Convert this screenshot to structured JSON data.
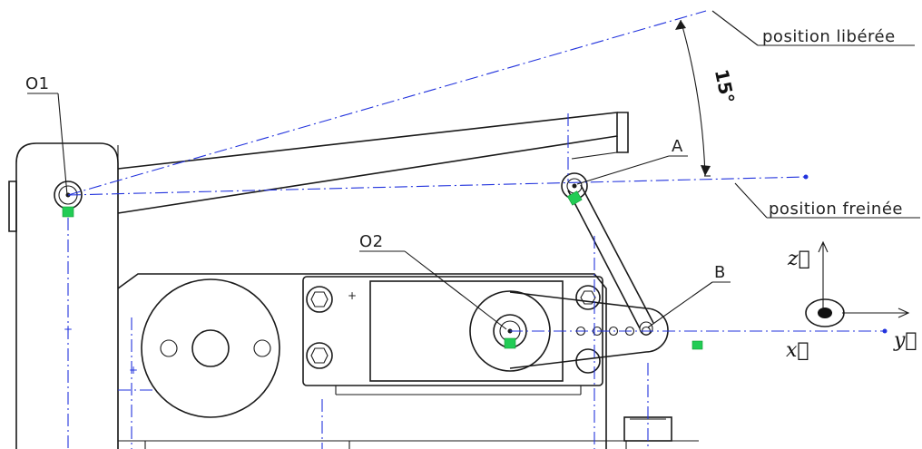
{
  "labels": {
    "o1": "O1",
    "o2": "O2",
    "a": "A",
    "b": "B",
    "position_liberee": "position libérée",
    "position_freinee": "position freinée",
    "angle": "15°",
    "axis_x": "x⃗",
    "axis_y": "y⃗",
    "axis_z": "z⃗"
  },
  "colors": {
    "outline": "#1a1a1a",
    "centerline": "#2233dd",
    "marker": "#22cc55"
  }
}
